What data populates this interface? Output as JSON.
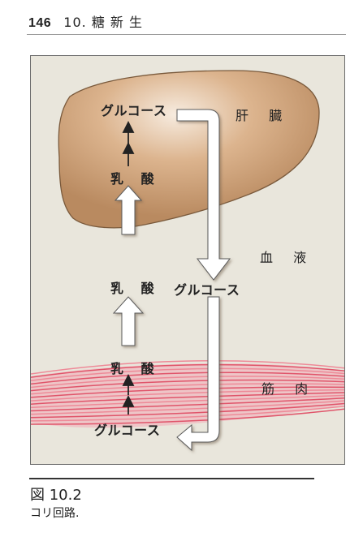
{
  "header": {
    "page_number": "146",
    "chapter_title": "10. 糖 新 生"
  },
  "figure": {
    "organs": {
      "liver": "肝 臓",
      "blood": "血 液",
      "muscle": "筋 肉"
    },
    "labels": {
      "liver_glucose": "グルコース",
      "liver_lactate": "乳 酸",
      "blood_lactate": "乳 酸",
      "blood_glucose": "グルコース",
      "muscle_lactate": "乳 酸",
      "muscle_glucose": "グルコース"
    }
  },
  "caption": {
    "figure_number": "図 10.2",
    "text": "コリ回路."
  },
  "colors": {
    "background": "#e9e6dc",
    "liver": "#c99e74",
    "muscle": "#e86478",
    "arrow": "#ffffff"
  }
}
